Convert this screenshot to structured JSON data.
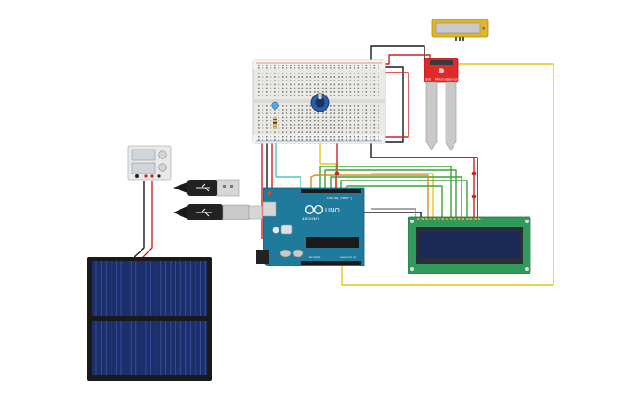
{
  "board": {
    "logo_text": "UNO",
    "brand_text": "ARDUINO",
    "digital_label": "DIGITAL (PWM~)",
    "analog_label": "ANALOG IN",
    "power_label": "POWER",
    "color": "#1f7a9c"
  },
  "soil_sensor": {
    "label_left": "Soil",
    "label_mid": "Moisture",
    "label_right": "Sensor",
    "color": "#e02a2a"
  },
  "lcd": {
    "screen_color": "#1c2a57",
    "pcb_color": "#2f9a5a"
  },
  "wire_colors": {
    "red": "#d22020",
    "black": "#1a1a1a",
    "yellow": "#e6c619",
    "green": "#3aa33a",
    "orange": "#e08a1a",
    "cyan": "#4fc3c3",
    "grey": "#8a8a8a"
  }
}
